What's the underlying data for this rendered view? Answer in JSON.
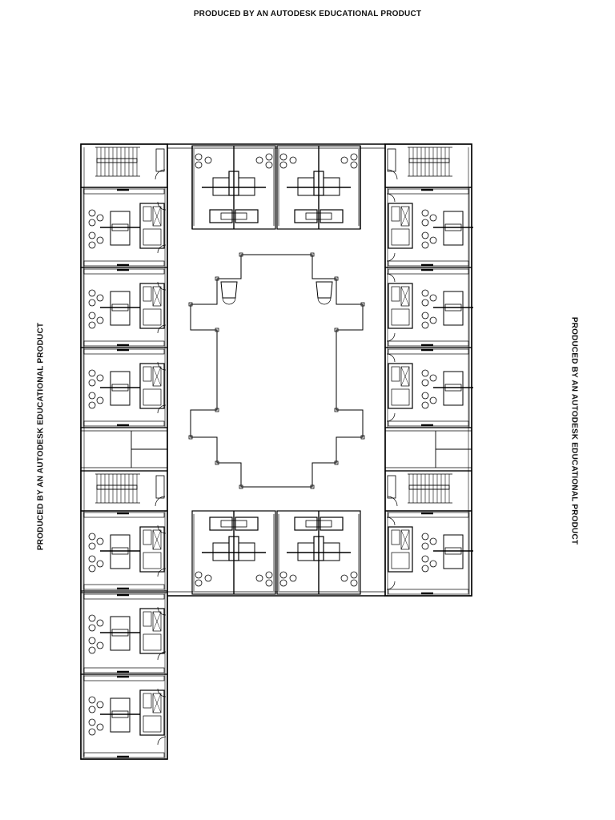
{
  "watermarks": {
    "top": "PRODUCED BY AN AUTODESK EDUCATIONAL PRODUCT",
    "left": "PRODUCED BY AN AUTODESK EDUCATIONAL PRODUCT",
    "right": "PRODUCED BY AN AUTODESK EDUCATIONAL PRODUCT"
  },
  "colors": {
    "line": "#000000",
    "background": "#ffffff"
  }
}
